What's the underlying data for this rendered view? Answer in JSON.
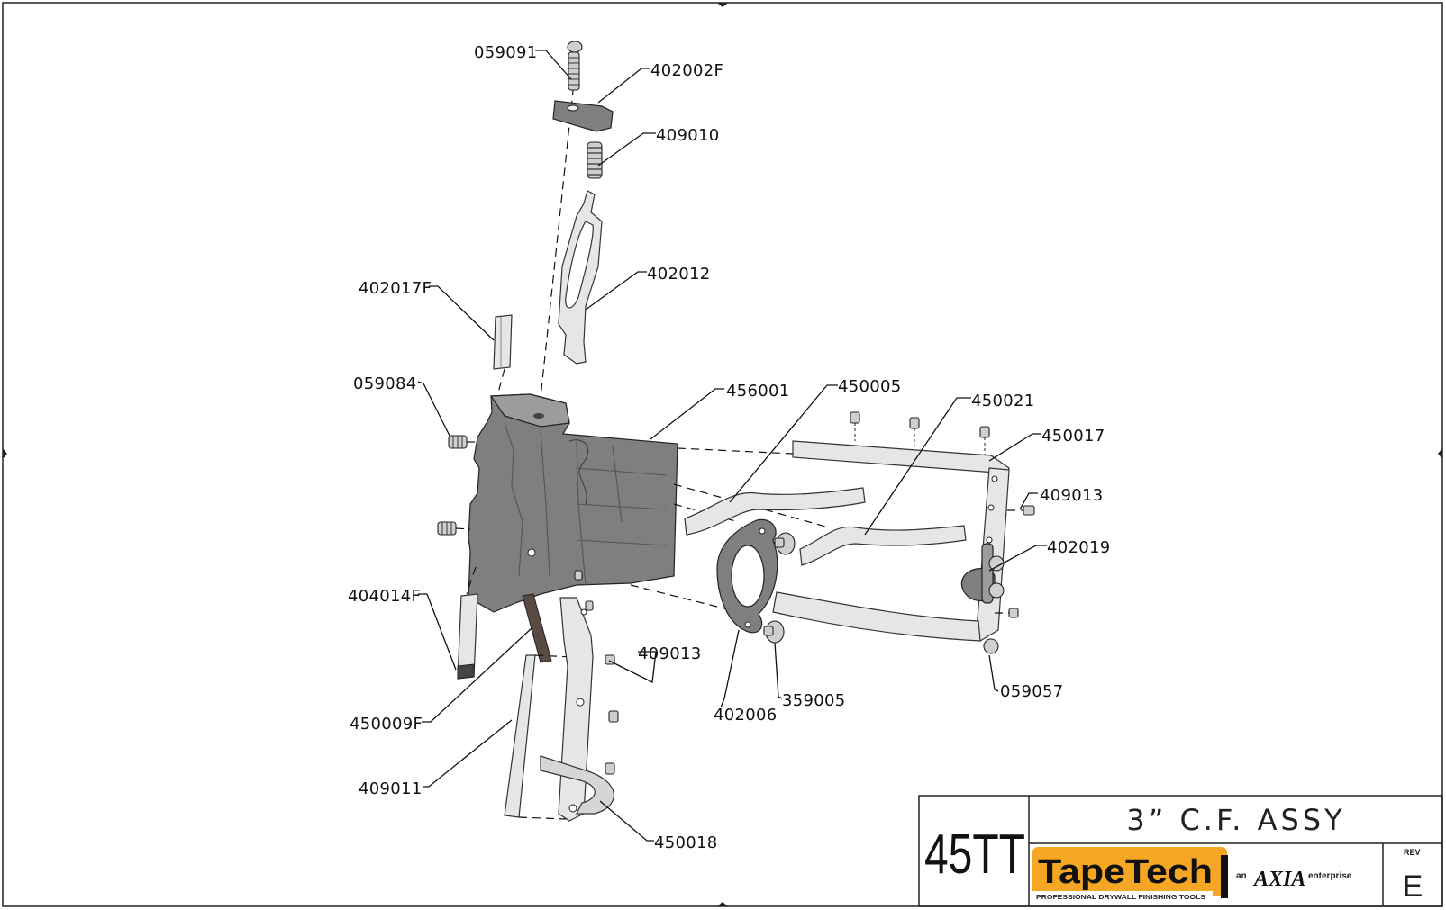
{
  "drawing": {
    "part_labels": [
      "059091",
      "402002F",
      "409010",
      "402012",
      "402017F",
      "059084",
      "456001",
      "450005",
      "450021",
      "450017",
      "409013",
      "402019",
      "404014F",
      "409013",
      "359005",
      "402006",
      "059057",
      "450009F",
      "409011",
      "450018"
    ]
  },
  "title_block": {
    "model": "45TT",
    "title": "3” C.F. ASSY",
    "rev_label": "REV",
    "rev": "E",
    "brand": "TapeTech",
    "brand_tagline": "PROFESSIONAL DRYWALL FINISHING TOOLS",
    "enterprise_prefix": "an",
    "enterprise_name": "AXIA",
    "enterprise_suffix": "enterprise",
    "colors": {
      "brand_yellow": "#f5a623",
      "brand_black": "#111111"
    }
  }
}
